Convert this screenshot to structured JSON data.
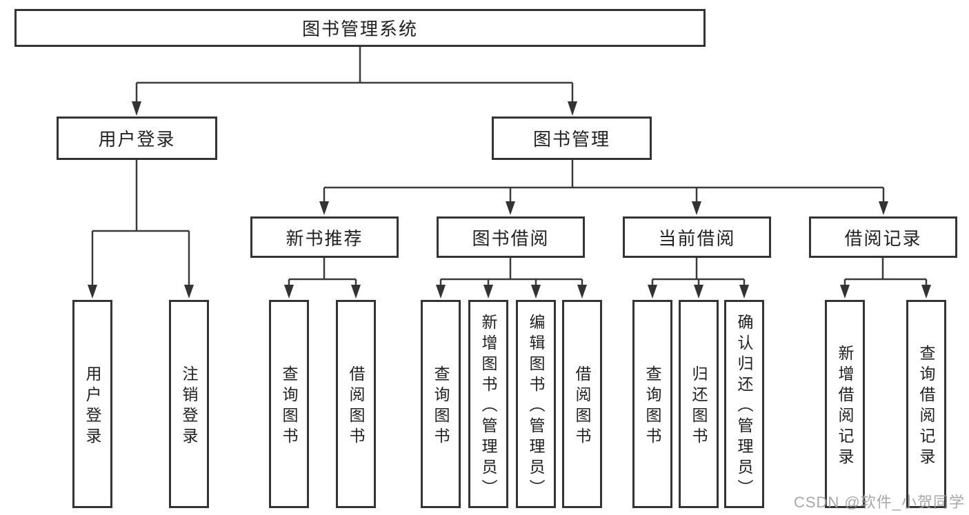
{
  "diagram": {
    "root": "图书管理系统",
    "user_login_branch": {
      "label": "用户登录",
      "children": [
        "用户登录",
        "注销登录"
      ]
    },
    "book_mgmt_branch": {
      "label": "图书管理",
      "modules": [
        {
          "label": "新书推荐",
          "children": [
            "查询图书",
            "借阅图书"
          ]
        },
        {
          "label": "图书借阅",
          "children": [
            "查询图书",
            "新增图书（管理员）",
            "编辑图书（管理员）",
            "借阅图书"
          ]
        },
        {
          "label": "当前借阅",
          "children": [
            "查询图书",
            "归还图书",
            "确认归还（管理员）"
          ]
        },
        {
          "label": "借阅记录",
          "children": [
            "新增借阅记录",
            "查询借阅记录"
          ]
        }
      ]
    },
    "watermark": "CSDN @软件_小贺同学"
  }
}
